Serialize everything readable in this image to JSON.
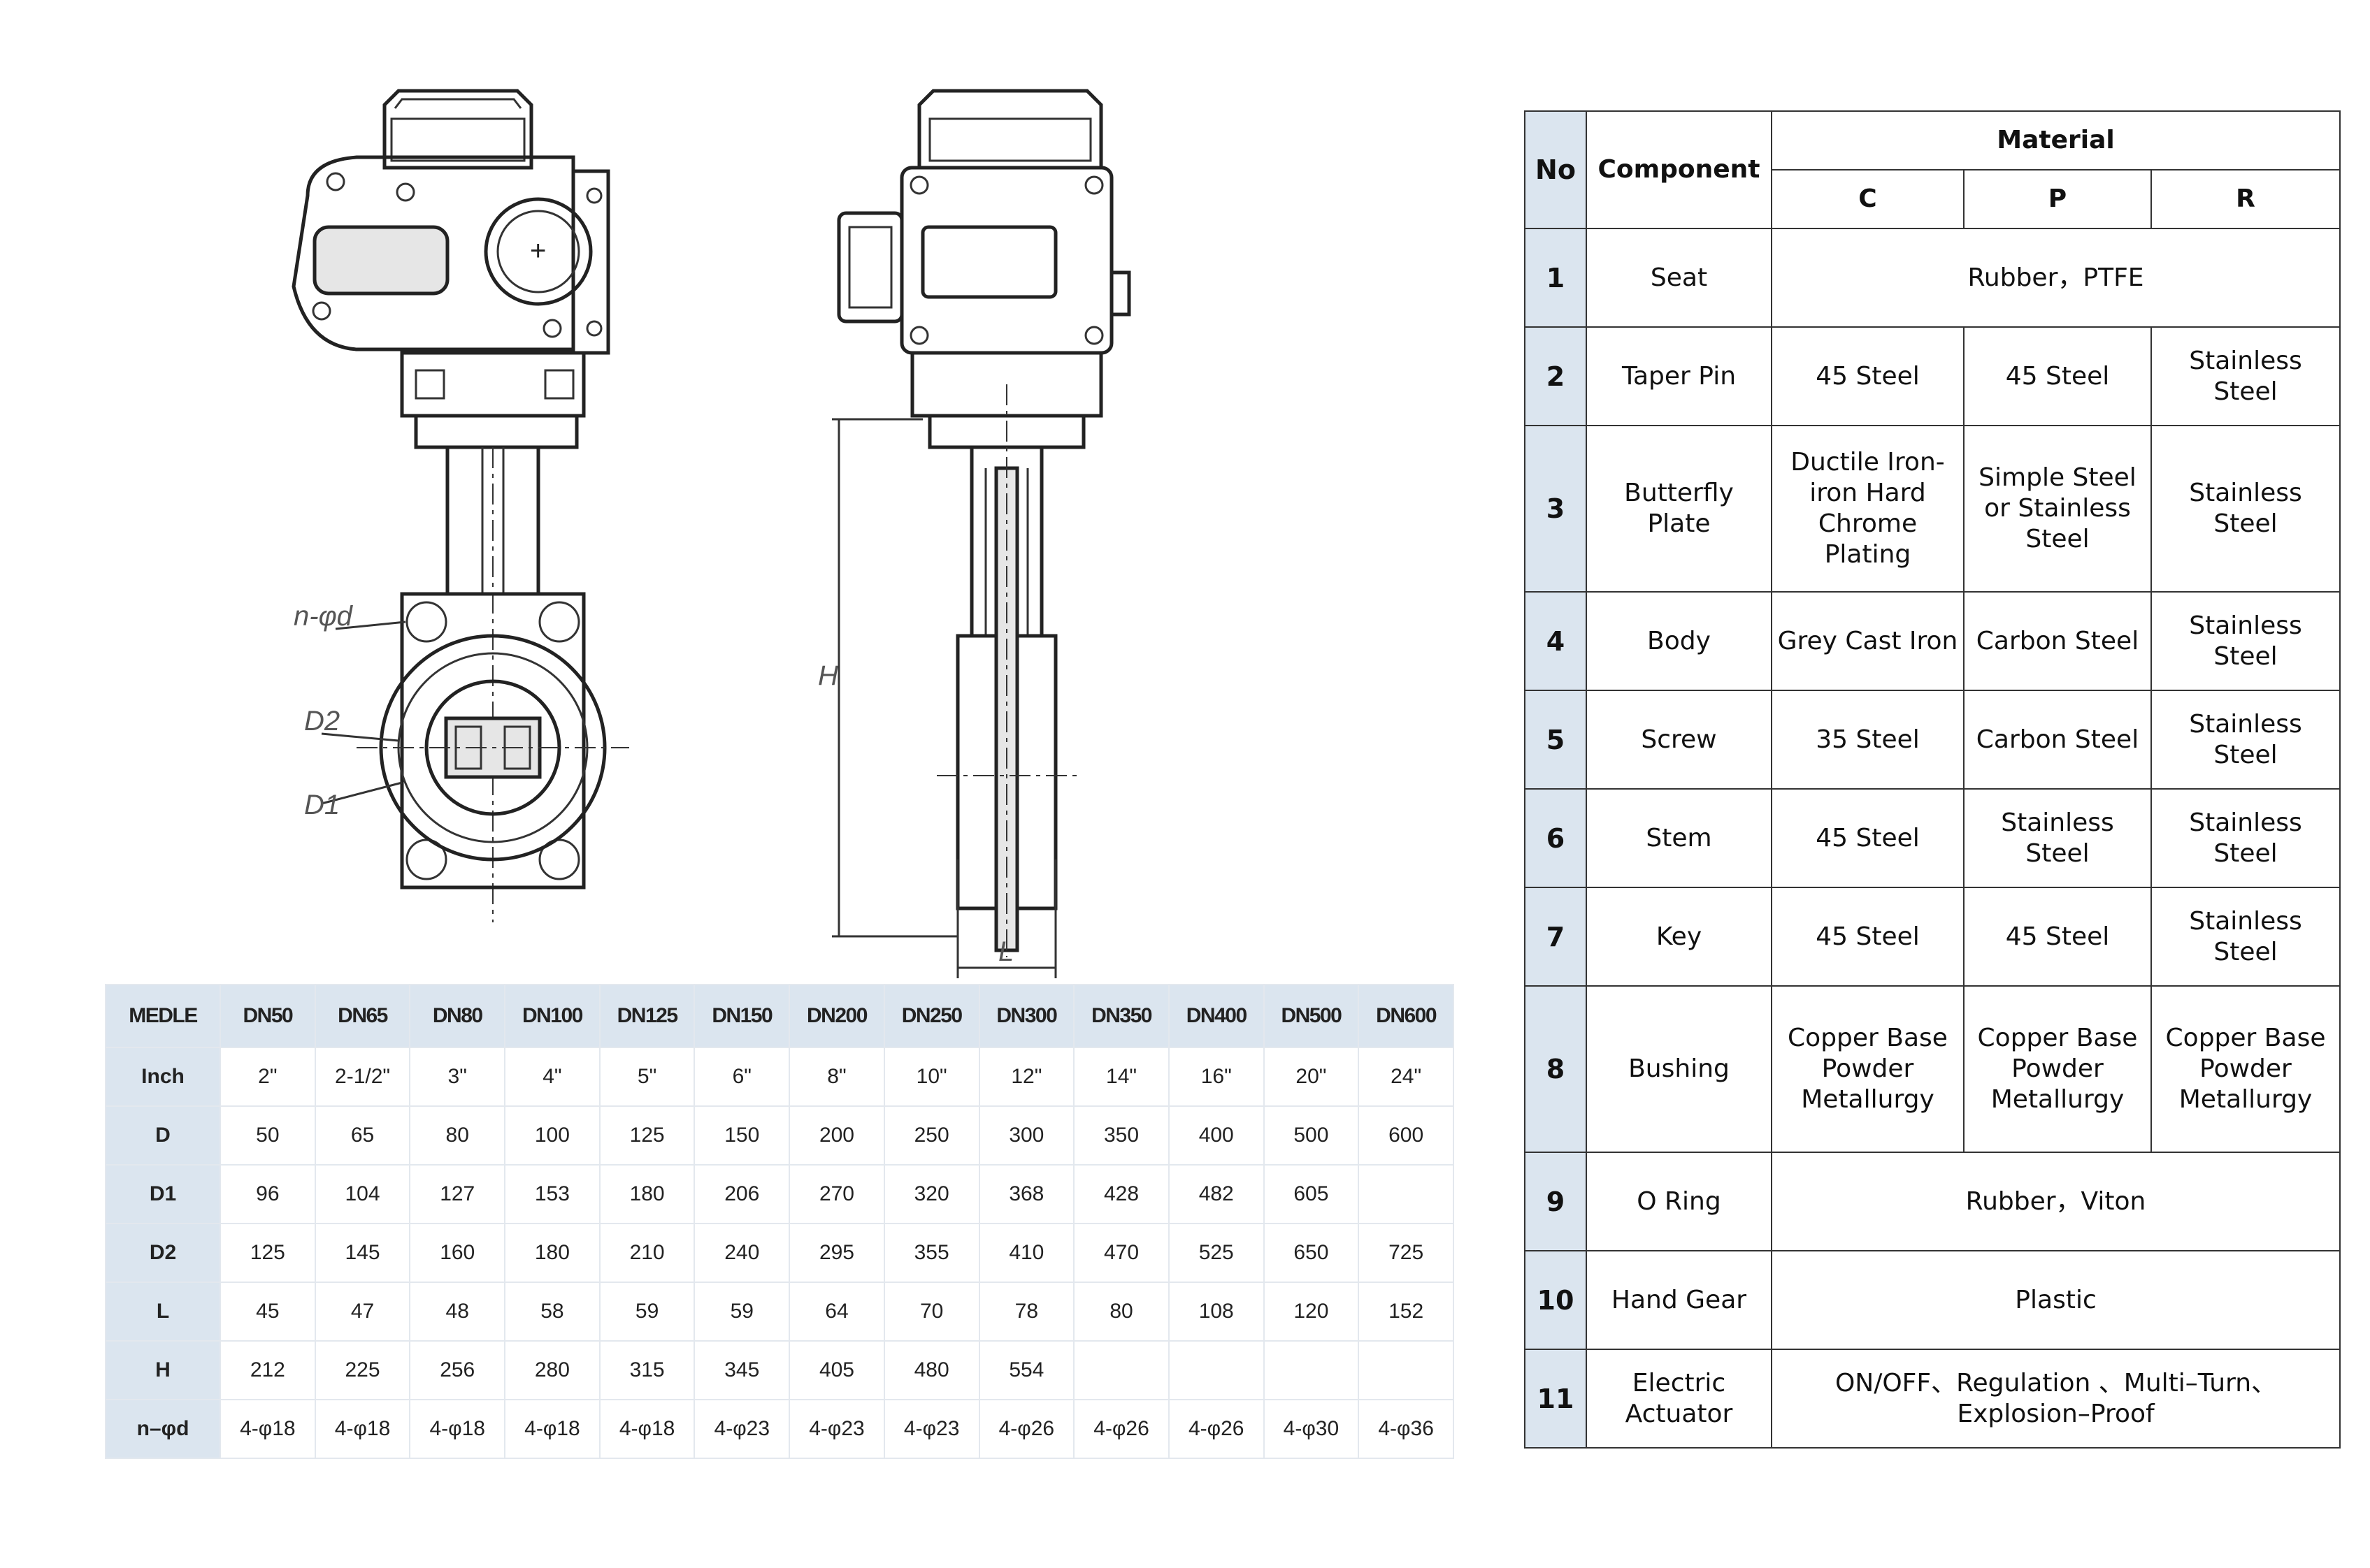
{
  "drawing": {
    "labels": {
      "holes": "n-φd",
      "d2": "D2",
      "d1": "D1",
      "h": "H",
      "l": "L"
    }
  },
  "dimensions": {
    "header": [
      "MEDLE",
      "DN50",
      "DN65",
      "DN80",
      "DN100",
      "DN125",
      "DN150",
      "DN200",
      "DN250",
      "DN300",
      "DN350",
      "DN400",
      "DN500",
      "DN600"
    ],
    "rows": [
      {
        "label": "Inch",
        "values": [
          "2\"",
          "2-1/2\"",
          "3\"",
          "4\"",
          "5\"",
          "6\"",
          "8\"",
          "10\"",
          "12\"",
          "14\"",
          "16\"",
          "20\"",
          "24\""
        ]
      },
      {
        "label": "D",
        "values": [
          "50",
          "65",
          "80",
          "100",
          "125",
          "150",
          "200",
          "250",
          "300",
          "350",
          "400",
          "500",
          "600"
        ]
      },
      {
        "label": "D1",
        "values": [
          "96",
          "104",
          "127",
          "153",
          "180",
          "206",
          "270",
          "320",
          "368",
          "428",
          "482",
          "605",
          ""
        ]
      },
      {
        "label": "D2",
        "values": [
          "125",
          "145",
          "160",
          "180",
          "210",
          "240",
          "295",
          "355",
          "410",
          "470",
          "525",
          "650",
          "725"
        ]
      },
      {
        "label": "L",
        "values": [
          "45",
          "47",
          "48",
          "58",
          "59",
          "59",
          "64",
          "70",
          "78",
          "80",
          "108",
          "120",
          "152"
        ]
      },
      {
        "label": "H",
        "values": [
          "212",
          "225",
          "256",
          "280",
          "315",
          "345",
          "405",
          "480",
          "554",
          "",
          "",
          "",
          ""
        ]
      },
      {
        "label": "n–φd",
        "values": [
          "4-φ18",
          "4-φ18",
          "4-φ18",
          "4-φ18",
          "4-φ18",
          "4-φ23",
          "4-φ23",
          "4-φ23",
          "4-φ26",
          "4-φ26",
          "4-φ26",
          "4-φ30",
          "4-φ36"
        ]
      }
    ]
  },
  "materials": {
    "headers": {
      "no": "No",
      "component": "Component",
      "material": "Material",
      "c": "C",
      "p": "P",
      "r": "R"
    },
    "rows": [
      {
        "no": "1",
        "component": "Seat",
        "span": "Rubber，PTFE"
      },
      {
        "no": "2",
        "component": "Taper Pin",
        "c": "45 Steel",
        "p": "45 Steel",
        "r": "Stainless Steel"
      },
      {
        "no": "3",
        "component": "Butterfly Plate",
        "c": "Ductile Iron-iron Hard Chrome Plating",
        "p": "Simple Steel or Stainless Steel",
        "r": "Stainless Steel"
      },
      {
        "no": "4",
        "component": "Body",
        "c": "Grey Cast Iron",
        "p": "Carbon Steel",
        "r": "Stainless Steel"
      },
      {
        "no": "5",
        "component": "Screw",
        "c": "35 Steel",
        "p": "Carbon Steel",
        "r": "Stainless Steel"
      },
      {
        "no": "6",
        "component": "Stem",
        "c": "45 Steel",
        "p": "Stainless Steel",
        "r": "Stainless Steel"
      },
      {
        "no": "7",
        "component": "Key",
        "c": "45 Steel",
        "p": "45 Steel",
        "r": "Stainless Steel"
      },
      {
        "no": "8",
        "component": "Bushing",
        "c": "Copper Base Powder Metallurgy",
        "p": "Copper Base Powder Metallurgy",
        "r": "Copper Base Powder Metallurgy"
      },
      {
        "no": "9",
        "component": "O Ring",
        "span": "Rubber，Viton"
      },
      {
        "no": "10",
        "component": "Hand Gear",
        "span": "Plastic"
      },
      {
        "no": "11",
        "component": "Electric Actuator",
        "span": "ON/OFF、Regulation 、Multi–Turn、Explosion–Proof"
      }
    ]
  }
}
